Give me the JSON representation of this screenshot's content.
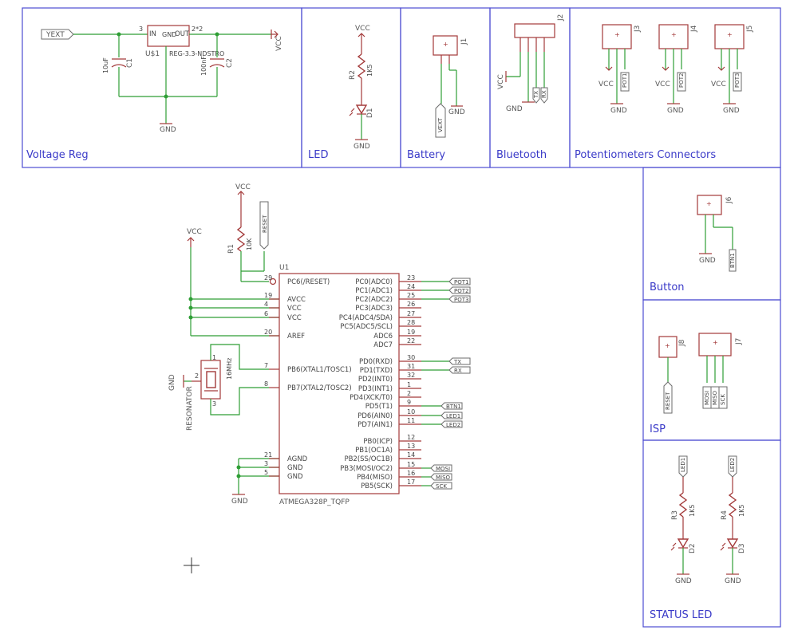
{
  "sheets": {
    "voltage_reg": "Voltage Reg",
    "led": "LED",
    "battery": "Battery",
    "bluetooth": "Bluetooth",
    "potentiometers": "Potentiometers Connectors",
    "button": "Button",
    "isp": "ISP",
    "status_led": "STATUS LED"
  },
  "nets": {
    "vcc": "VCC",
    "gnd": "GND",
    "yext": "YEXT",
    "vext": "VEXT",
    "reset": "RESET"
  },
  "regulator": {
    "ref": "U$1",
    "value": "REG-3.3-NDSTRO",
    "in": "IN",
    "out": "OUT",
    "gnd": "GND",
    "pin_in": "3",
    "pin_out": "2*2",
    "c1_ref": "C1",
    "c1_value": "10uF",
    "c2_ref": "C2",
    "c2_value": "100nF"
  },
  "led_block": {
    "r_ref": "R2",
    "r_value": "1K5",
    "d_ref": "D1"
  },
  "connectors": {
    "j1": "J1",
    "j2": "J2",
    "j3": "J3",
    "j4": "J4",
    "j5": "J5",
    "j6": "J6",
    "j7": "J7",
    "j8": "J8"
  },
  "bluetooth_tags": [
    "TX",
    "RX"
  ],
  "pot_tags": [
    "POT1",
    "POT2",
    "POT3"
  ],
  "button_tag": "BTN1",
  "isp_tags": [
    "MOSI",
    "MISO",
    "SCK"
  ],
  "status": {
    "r3": "R3",
    "r3_value": "1K5",
    "r4": "R4",
    "r4_value": "1K5",
    "d2": "D2",
    "d3": "D3",
    "tag1": "LED1",
    "tag2": "LED2"
  },
  "reset_block": {
    "r_ref": "R1",
    "r_value": "10K"
  },
  "resonator": {
    "label": "RESONATOR",
    "value": "16MHz",
    "pins": [
      "1",
      "2",
      "3"
    ]
  },
  "mcu": {
    "ref": "U1",
    "name": "ATMEGA328P_TQFP",
    "left_pins": [
      {
        "num": "29",
        "name": "PC6(/RESET)"
      },
      {
        "num": "19",
        "name": "AVCC"
      },
      {
        "num": "4",
        "name": "VCC"
      },
      {
        "num": "6",
        "name": "VCC"
      },
      {
        "num": "20",
        "name": "AREF"
      },
      {
        "num": "7",
        "name": "PB6(XTAL1/TOSC1)"
      },
      {
        "num": "8",
        "name": "PB7(XTAL2/TOSC2)"
      },
      {
        "num": "21",
        "name": "AGND"
      },
      {
        "num": "3",
        "name": "GND"
      },
      {
        "num": "5",
        "name": "GND"
      }
    ],
    "right_pins": [
      {
        "num": "23",
        "name": "PC0(ADC0)"
      },
      {
        "num": "24",
        "name": "PC1(ADC1)"
      },
      {
        "num": "25",
        "name": "PC2(ADC2)"
      },
      {
        "num": "26",
        "name": "PC3(ADC3)"
      },
      {
        "num": "27",
        "name": "PC4(ADC4/SDA)"
      },
      {
        "num": "28",
        "name": "PC5(ADC5/SCL)"
      },
      {
        "num": "19",
        "name": "ADC6"
      },
      {
        "num": "22",
        "name": "ADC7"
      },
      {
        "num": "30",
        "name": "PD0(RXD)"
      },
      {
        "num": "31",
        "name": "PD1(TXD)"
      },
      {
        "num": "32",
        "name": "PD2(INT0)"
      },
      {
        "num": "1",
        "name": "PD3(INT1)"
      },
      {
        "num": "2",
        "name": "PD4(XCK/T0)"
      },
      {
        "num": "9",
        "name": "PD5(T1)"
      },
      {
        "num": "10",
        "name": "PD6(AIN0)"
      },
      {
        "num": "11",
        "name": "PD7(AIN1)"
      },
      {
        "num": "12",
        "name": "PB0(ICP)"
      },
      {
        "num": "13",
        "name": "PB1(OC1A)"
      },
      {
        "num": "14",
        "name": "PB2(SS/OC1B)"
      },
      {
        "num": "15",
        "name": "PB3(MOSI/OC2)"
      },
      {
        "num": "16",
        "name": "PB4(MISO)"
      },
      {
        "num": "17",
        "name": "PB5(SCK)"
      }
    ],
    "right_tags": {
      "0": "POT1",
      "1": "POT2",
      "2": "POT3",
      "8": "TX",
      "9": "RX",
      "13": "BTN1",
      "14": "LED1",
      "15": "LED2",
      "19": "MOSI",
      "20": "MISO",
      "21": "SCK"
    }
  }
}
